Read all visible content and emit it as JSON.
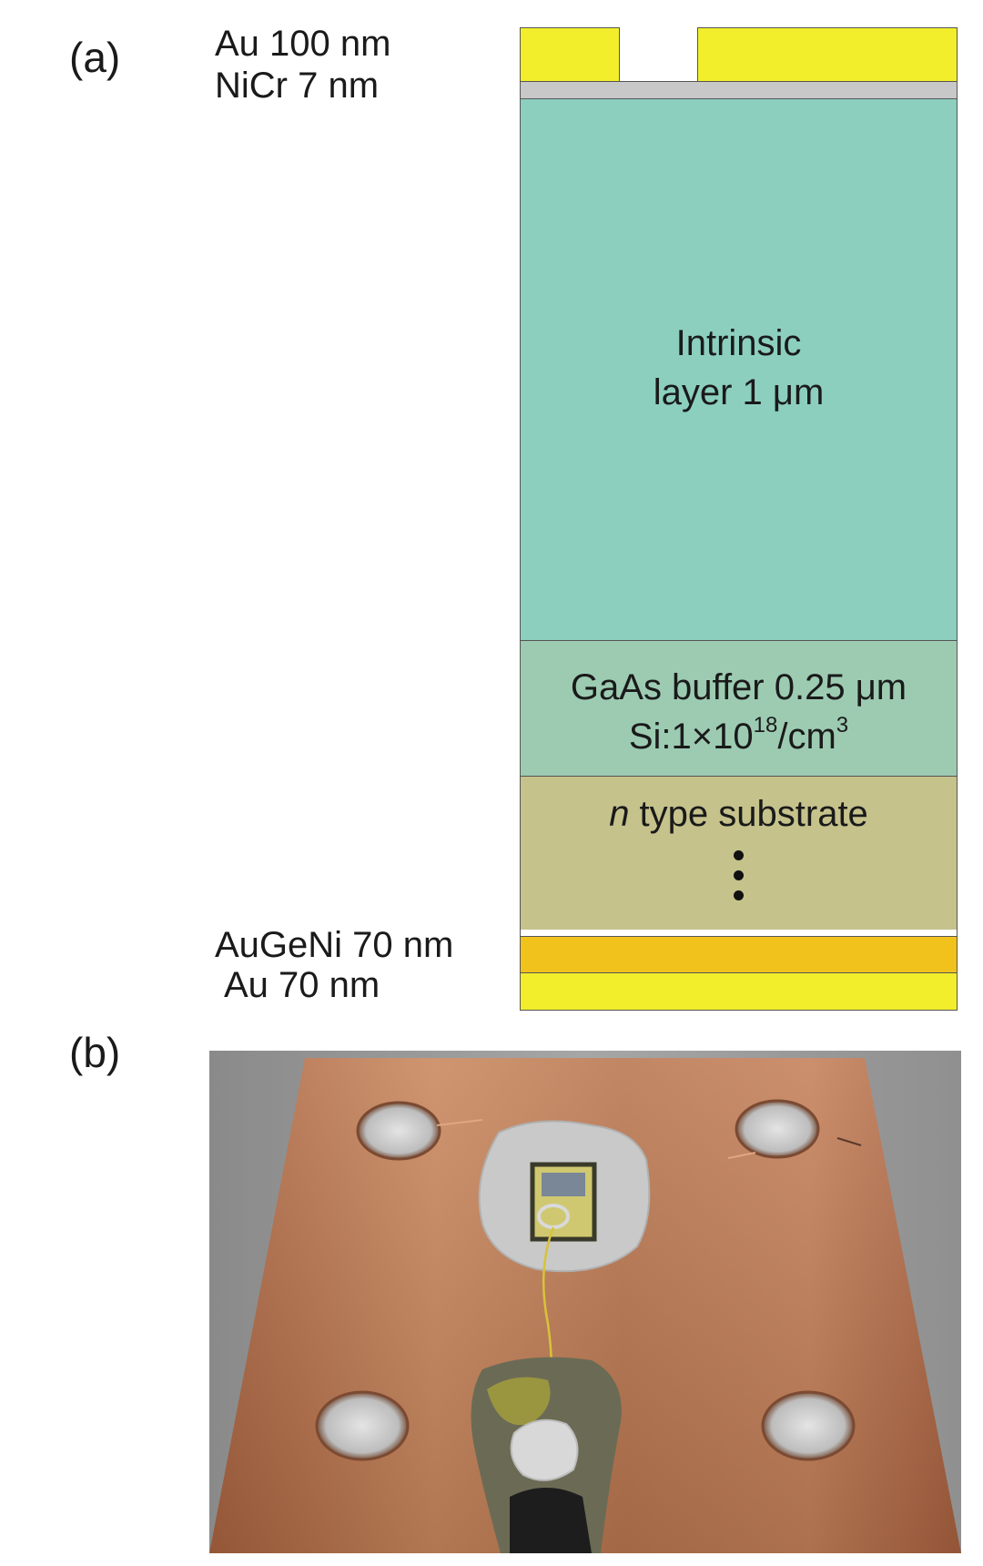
{
  "panel_a": {
    "label": "(a)",
    "top_metal": [
      "Au 100 nm",
      "NiCr 7 nm"
    ],
    "intrinsic": [
      "Intrinsic",
      "layer 1 μm"
    ],
    "buffer": {
      "line1": "GaAs buffer 0.25 μm",
      "line2_prefix": "Si:1×10",
      "line2_exp": "18",
      "line2_mid": "/cm",
      "line2_exp2": "3"
    },
    "substrate": {
      "italic": "n",
      "text": " type substrate"
    },
    "bottom_metal": [
      "AuGeNi 70 nm",
      "Au 70 nm"
    ]
  },
  "panel_b": {
    "label": "(b)"
  },
  "colors": {
    "gold": "#f2ee2c",
    "nicr": "#c8c8c8",
    "intrinsic": "#8ccfbf",
    "buffer": "#9ccbb2",
    "substrate": "#c5c28c",
    "augeni": "#f2c21c",
    "copper": "#b9764f"
  }
}
